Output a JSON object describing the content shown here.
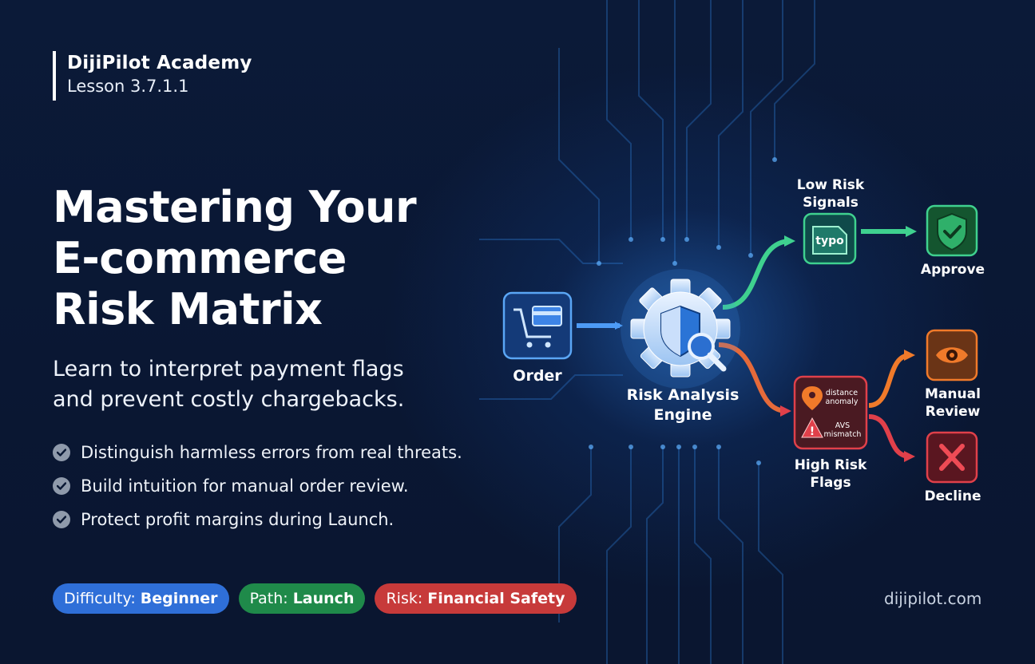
{
  "brand": {
    "name": "DijiPilot Academy",
    "lesson": "Lesson 3.7.1.1"
  },
  "hero": {
    "title_lines": [
      "Mastering Your",
      "E-commerce",
      "Risk Matrix"
    ],
    "subtitle_lines": [
      "Learn to interpret payment flags",
      "and prevent costly chargebacks."
    ]
  },
  "bullets": [
    "Distinguish harmless errors from real threats.",
    "Build intuition for manual order review.",
    "Protect profit margins during Launch."
  ],
  "badges": [
    {
      "key": "Difficulty:",
      "value": "Beginner",
      "color": "#2f6fd8"
    },
    {
      "key": "Path:",
      "value": "Launch",
      "color": "#1f8a4a"
    },
    {
      "key": "Risk:",
      "value": "Financial Safety",
      "color": "#c73a3a"
    }
  ],
  "site": "dijipilot.com",
  "diagram": {
    "order": "Order",
    "engine_line1": "Risk Analysis",
    "engine_line2": "Engine",
    "low_line1": "Low Risk",
    "low_line2": "Signals",
    "low_tag": "typo",
    "high_line1": "High Risk",
    "high_line2": "Flags",
    "flag1_line1": "distance",
    "flag1_line2": "anomaly",
    "flag2_line1": "AVS",
    "flag2_line2": "mismatch",
    "approve": "Approve",
    "review_line1": "Manual",
    "review_line2": "Review",
    "decline": "Decline"
  },
  "colors": {
    "background": "#0a1834",
    "accent_blue": "#3b8ff0",
    "accent_green": "#35c98a",
    "accent_orange": "#f07a2a",
    "accent_red": "#e0404a"
  }
}
